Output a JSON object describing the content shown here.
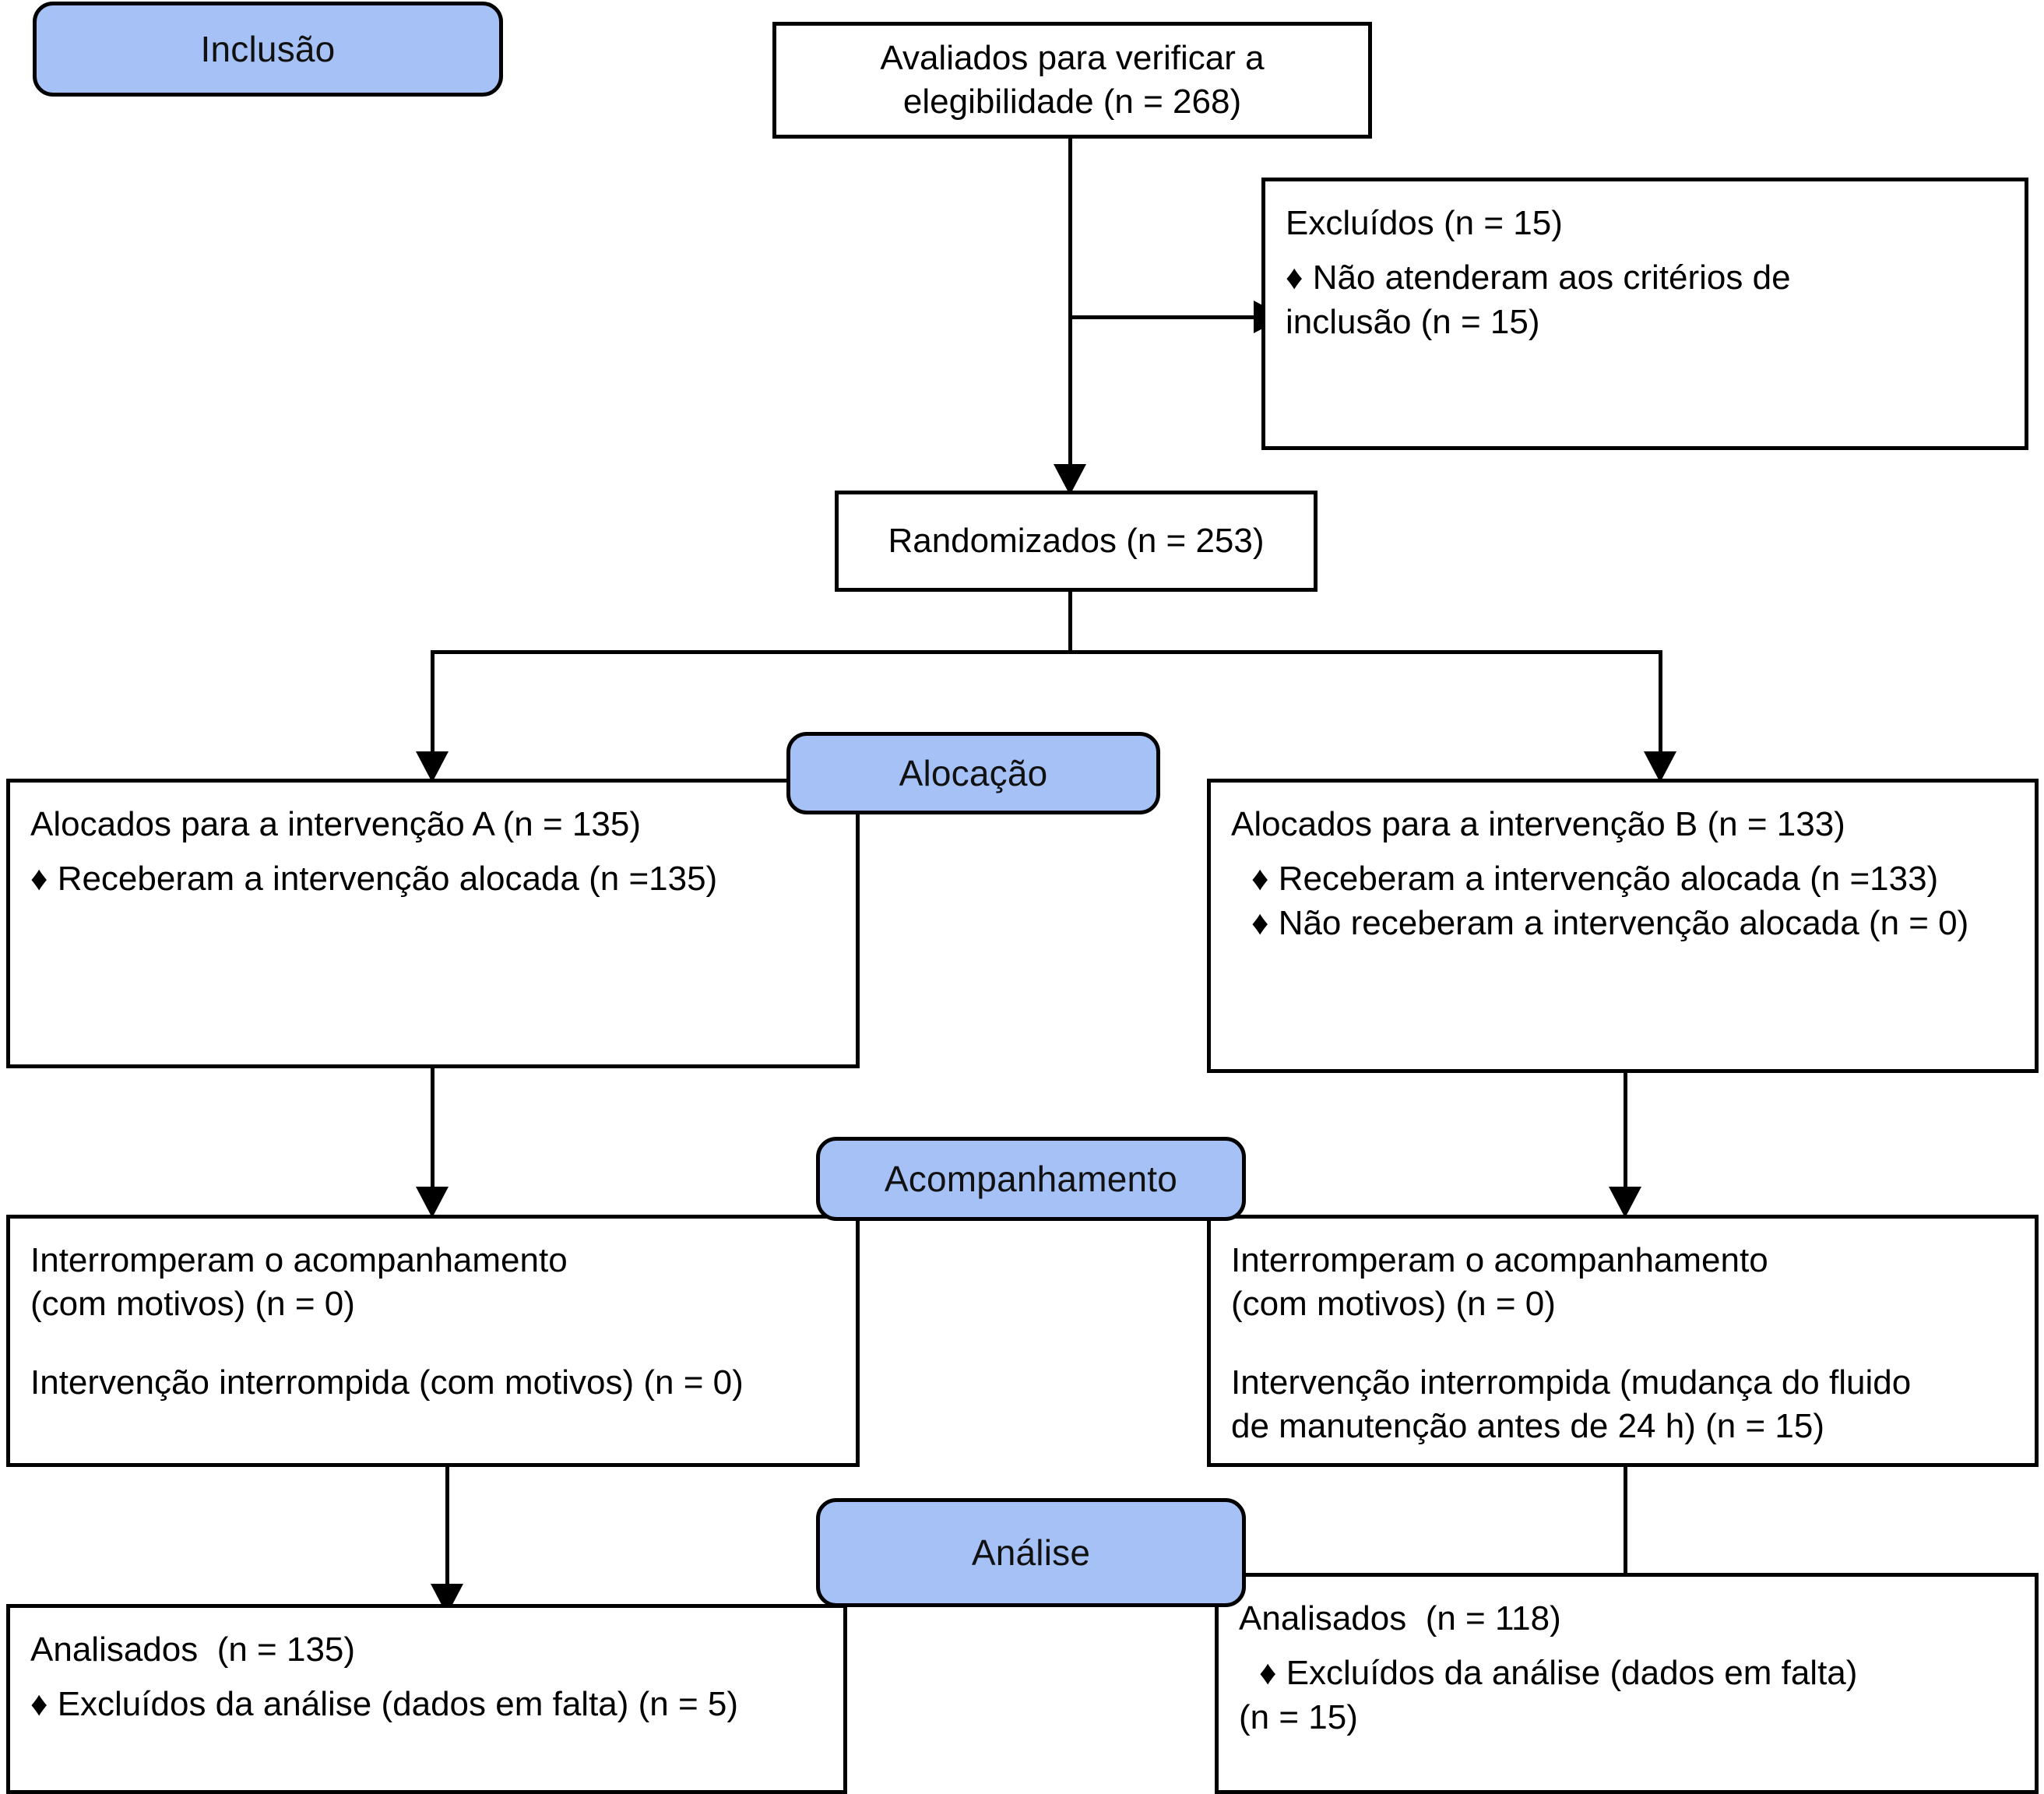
{
  "diagram": {
    "title": "CONSORT flow diagram",
    "language": "pt-BR",
    "accent_color": "#a6c1f5",
    "line_color": "#000000",
    "background_color": "#ffffff"
  },
  "stages": {
    "inclusion": "Inclusão",
    "allocation": "Alocação",
    "followup": "Acompanhamento",
    "analysis": "Análise"
  },
  "boxes": {
    "assessed": {
      "line1": "Avaliados para verificar a",
      "line2": "elegibilidade (n = 268)"
    },
    "excluded": {
      "heading": "Excluídos (n = 15)",
      "bullet_glyph": "♦",
      "bullet_line1": "Não atenderam aos critérios de",
      "bullet_line2": "inclusão (n = 15)"
    },
    "randomized": {
      "line1": "Randomizados (n = 253)"
    },
    "alloc_left": {
      "heading": "Alocados para a intervenção A (n = 135)",
      "bullets": [
        {
          "glyph": "♦",
          "text": "Receberam a intervenção alocada (n =135)"
        }
      ]
    },
    "alloc_right": {
      "heading": "Alocados para a intervenção B (n = 133)",
      "bullets": [
        {
          "glyph": "♦",
          "text": "Receberam a intervenção alocada (n =133)"
        },
        {
          "glyph": "♦",
          "text": "Não receberam a intervenção alocada (n = 0)"
        }
      ]
    },
    "follow_left": {
      "para1_line1": "Interromperam o acompanhamento",
      "para1_line2": "(com motivos) (n = 0)",
      "para2_line1": "Intervenção interrompida (com motivos) (n = 0)",
      "para2_line2": ""
    },
    "follow_right": {
      "para1_line1": "Interromperam o acompanhamento",
      "para1_line2": "(com motivos) (n = 0)",
      "para2_line1": "Intervenção interrompida (mudança do fluido",
      "para2_line2": "de manutenção antes de 24 h) (n = 15)"
    },
    "analysis_left": {
      "heading": "Analisados  (n = 135)",
      "bullet_glyph": "♦",
      "bullet_line1": "Excluídos da análise (dados em falta) (n = 5)",
      "bullet_line2": ""
    },
    "analysis_right": {
      "heading": "Analisados  (n = 118)",
      "bullet_glyph": "♦",
      "bullet_line1": "Excluídos da análise (dados em falta)",
      "bullet_line2": "(n = 15)"
    }
  },
  "chart_data": {
    "type": "table",
    "title": "CONSORT participant flow",
    "nodes": [
      {
        "id": "assessed",
        "label": "Avaliados para verificar a elegibilidade",
        "n": 268
      },
      {
        "id": "excluded",
        "label": "Excluídos",
        "n": 15
      },
      {
        "id": "excluded_reason",
        "label": "Não atenderam aos critérios de inclusão",
        "n": 15
      },
      {
        "id": "randomized",
        "label": "Randomizados",
        "n": 253
      },
      {
        "id": "alloc_a",
        "label": "Alocados para a intervenção A",
        "n": 135
      },
      {
        "id": "alloc_a_recv",
        "label": "Receberam a intervenção alocada (A)",
        "n": 135
      },
      {
        "id": "alloc_b",
        "label": "Alocados para a intervenção B",
        "n": 133
      },
      {
        "id": "alloc_b_recv",
        "label": "Receberam a intervenção alocada (B)",
        "n": 133
      },
      {
        "id": "alloc_b_notrecv",
        "label": "Não receberam a intervenção alocada (B)",
        "n": 0
      },
      {
        "id": "fu_a_lost",
        "label": "Interromperam o acompanhamento (A)",
        "n": 0
      },
      {
        "id": "fu_a_stopped",
        "label": "Intervenção interrompida (com motivos) (A)",
        "n": 0
      },
      {
        "id": "fu_b_lost",
        "label": "Interromperam o acompanhamento (B)",
        "n": 0
      },
      {
        "id": "fu_b_stopped",
        "label": "Intervenção interrompida (mudança do fluido de manutenção antes de 24 h) (B)",
        "n": 15
      },
      {
        "id": "analyzed_a",
        "label": "Analisados (A)",
        "n": 135
      },
      {
        "id": "analyzed_a_excl",
        "label": "Excluídos da análise (dados em falta) (A)",
        "n": 5
      },
      {
        "id": "analyzed_b",
        "label": "Analisados (B)",
        "n": 118
      },
      {
        "id": "analyzed_b_excl",
        "label": "Excluídos da análise (dados em falta) (B)",
        "n": 15
      }
    ],
    "edges": [
      {
        "from": "assessed",
        "to": "excluded"
      },
      {
        "from": "assessed",
        "to": "randomized"
      },
      {
        "from": "randomized",
        "to": "alloc_a"
      },
      {
        "from": "randomized",
        "to": "alloc_b"
      },
      {
        "from": "alloc_a",
        "to": "fu_a_lost"
      },
      {
        "from": "alloc_b",
        "to": "fu_b_lost"
      },
      {
        "from": "fu_a_lost",
        "to": "analyzed_a"
      },
      {
        "from": "fu_b_lost",
        "to": "analyzed_b"
      }
    ]
  }
}
